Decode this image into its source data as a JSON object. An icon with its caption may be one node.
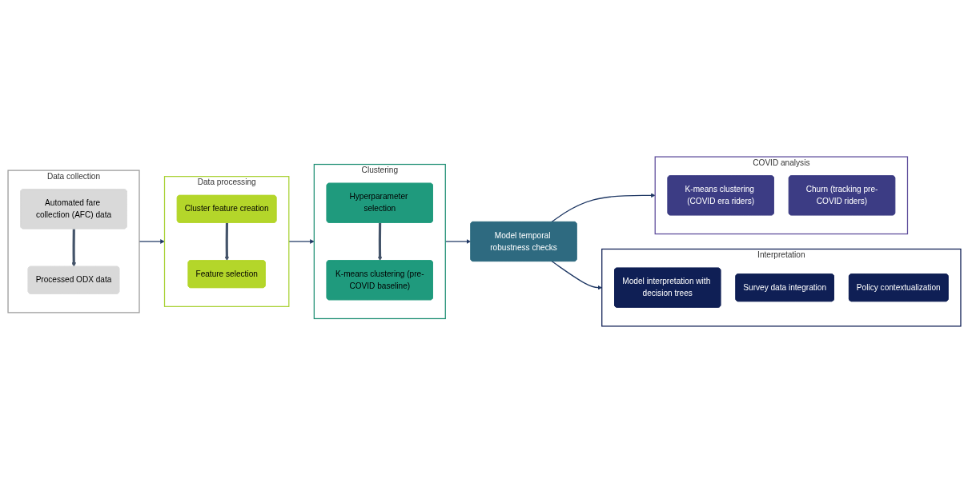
{
  "diagram": {
    "nodes": [
      {
        "text": [
          "Data collection"
        ]
      },
      {
        "text": [
          "Automated fare collection (AFC) data"
        ],
        "in": 0
      },
      {
        "text": [
          "Processed ODX data"
        ],
        "in": 0
      },
      {
        "text": [
          "Data processing"
        ]
      },
      {
        "text": [
          "Cluster feature creation"
        ],
        "in": 3
      },
      {
        "text": [
          "Feature selection"
        ],
        "in": 3
      },
      {
        "text": [
          "Clustering"
        ]
      },
      {
        "text": [
          "Hyperparameter selection"
        ],
        "in": 6
      },
      {
        "text": [
          "K-means clustering (pre-COVID baseline)"
        ],
        "in": 6
      },
      {
        "text": [
          "Model temporal robustness checks"
        ]
      },
      {
        "text": [
          "COVID analysis"
        ]
      },
      {
        "text": [
          "K-means clustering (COVID era riders)"
        ],
        "in": 10
      },
      {
        "text": [
          "Churn (tracking pre-COVID riders)"
        ],
        "in": 10
      },
      {
        "text": [
          "Interpretation"
        ]
      },
      {
        "text": [
          "Model interpretation with decision trees"
        ],
        "in": 13
      },
      {
        "text": [
          "Survey data integration"
        ],
        "in": 13
      },
      {
        "text": [
          "Policy contextualization"
        ],
        "in": 13
      }
    ],
    "edges": [
      {
        "from": 1,
        "to": 2,
        "arrow": "to",
        "style": "thick",
        "color": "#44546a"
      },
      {
        "from": 4,
        "to": 5,
        "arrow": "to",
        "style": "thick",
        "color": "#44546a"
      },
      {
        "from": 7,
        "to": 8,
        "arrow": "to",
        "style": "thick",
        "color": "#44546a"
      },
      {
        "from": 0,
        "to": 3,
        "arrow": "to"
      },
      {
        "from": 3,
        "to": 6,
        "arrow": "to"
      },
      {
        "from": 6,
        "to": 9,
        "arrow": "to"
      },
      {
        "from": 9,
        "to": 10,
        "arrow": "to"
      },
      {
        "from": 9,
        "to": 13,
        "arrow": "to"
      }
    ]
  }
}
